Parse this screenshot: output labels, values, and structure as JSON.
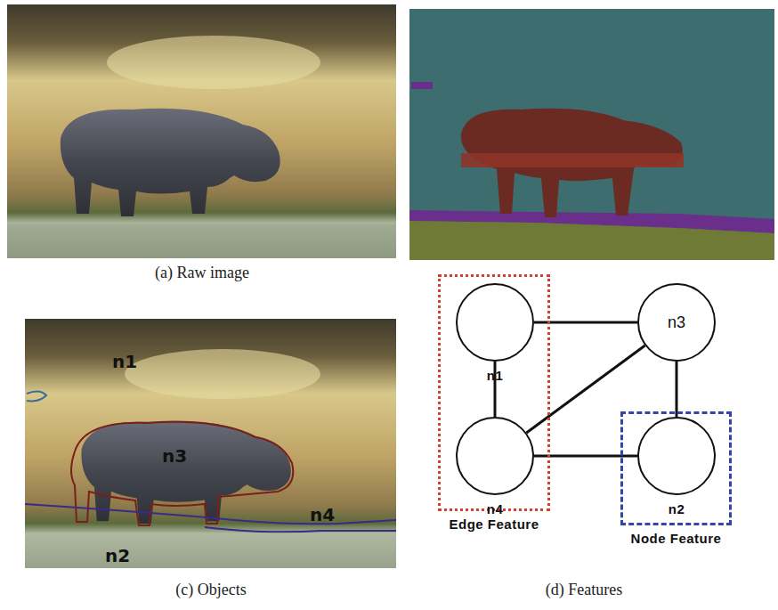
{
  "diagram": {
    "nodes": [
      {
        "text": [
          "Edge Feature"
        ]
      },
      {
        "text": [
          "n1"
        ],
        "in": 0
      },
      {
        "text": [
          "n4"
        ],
        "in": 0
      },
      {
        "text": [
          "n3"
        ]
      },
      {
        "text": [
          "Node Feature"
        ]
      },
      {
        "text": [
          "n2"
        ],
        "in": 4
      }
    ],
    "edges": [
      {
        "from": 1,
        "to": 3,
        "arrow": "none"
      },
      {
        "from": 1,
        "to": 2,
        "arrow": "none"
      },
      {
        "from": 3,
        "to": 2,
        "arrow": "none"
      },
      {
        "from": 3,
        "to": 5,
        "arrow": "none"
      },
      {
        "from": 2,
        "to": 5,
        "arrow": "none"
      }
    ],
    "labels": [
      "(a) Raw image",
      "n1",
      "n3",
      "n4",
      "n2",
      "(c) Objects",
      "(d) Features"
    ]
  }
}
